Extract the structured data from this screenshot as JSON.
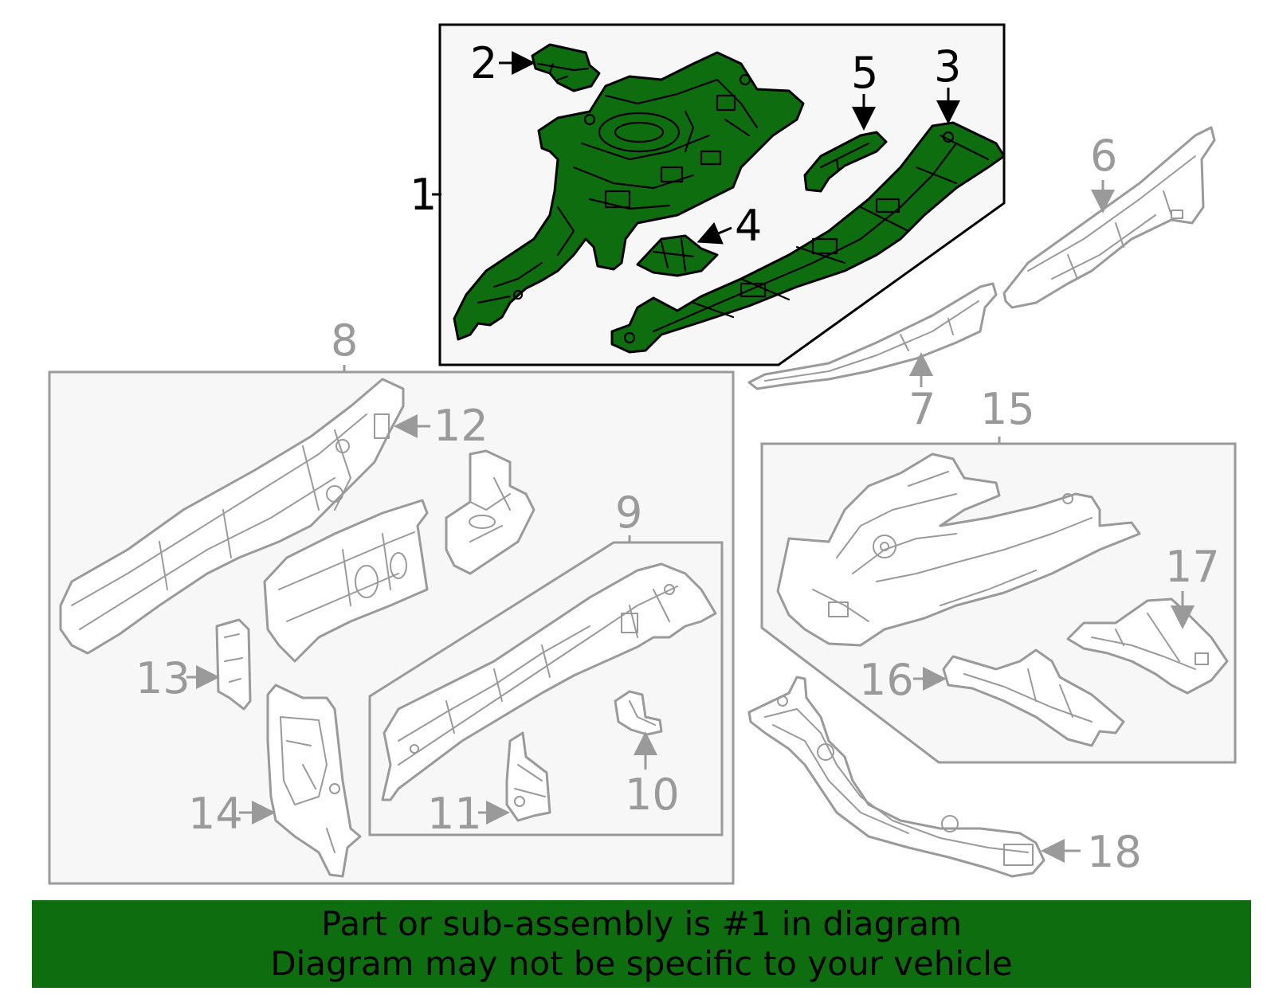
{
  "colors": {
    "highlight": "#0e6d0e",
    "outline": "#000000",
    "muted": "#9a9a9a",
    "group_background": "#f7f7f7"
  },
  "callouts": {
    "c1": "1",
    "c2": "2",
    "c3": "3",
    "c4": "4",
    "c5": "5",
    "c6": "6",
    "c7": "7",
    "c8": "8",
    "c9": "9",
    "c10": "10",
    "c11": "11",
    "c12": "12",
    "c13": "13",
    "c14": "14",
    "c15": "15",
    "c16": "16",
    "c17": "17",
    "c18": "18"
  },
  "footer": {
    "line1": "Part or sub-assembly is #1 in diagram",
    "line2": "Diagram may not be specific to your vehicle"
  }
}
